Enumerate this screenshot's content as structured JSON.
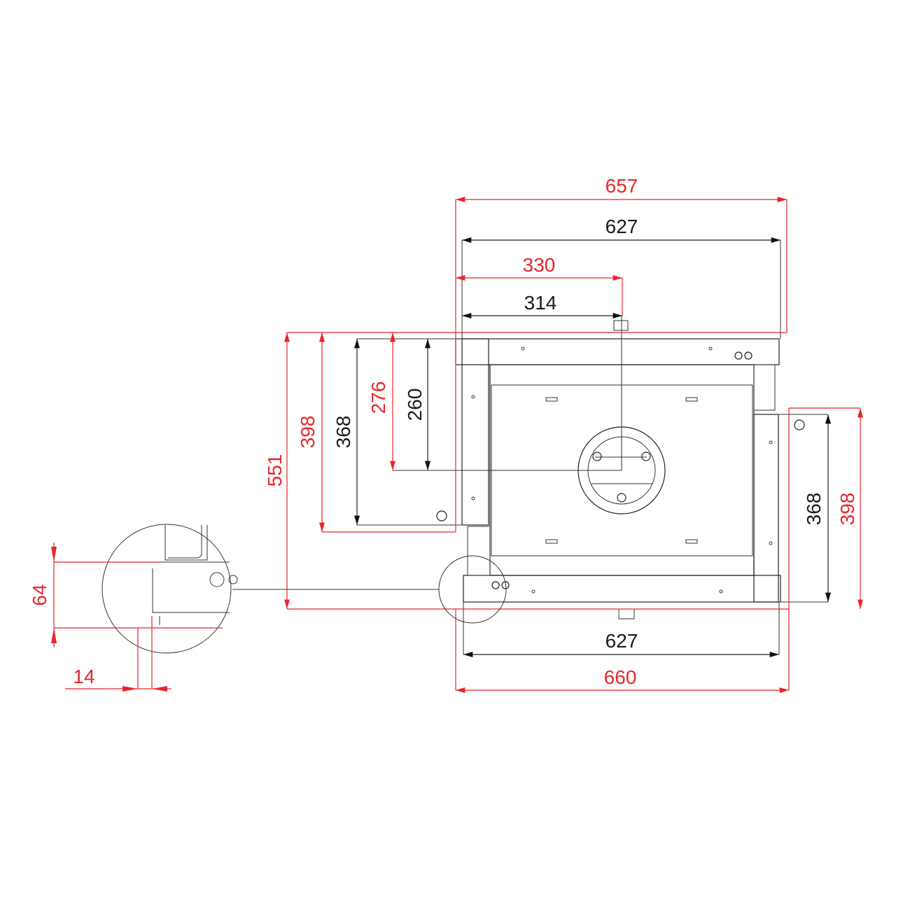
{
  "drawing": {
    "dimensions": {
      "top_overall_red": "657",
      "top_overall_black": "627",
      "top_center_red": "330",
      "top_center_black": "314",
      "left_overall_red": "551",
      "left_height_red": "398",
      "left_height_black": "368",
      "left_center_red": "276",
      "left_center_black": "260",
      "right_height_black": "368",
      "right_height_red": "398",
      "bottom_black": "627",
      "bottom_red": "660",
      "detail_height_red": "64",
      "detail_offset_red": "14"
    },
    "colors": {
      "red_dimension": "#e8262b",
      "black_dimension": "#1a1a1a",
      "outline": "#222222"
    }
  }
}
